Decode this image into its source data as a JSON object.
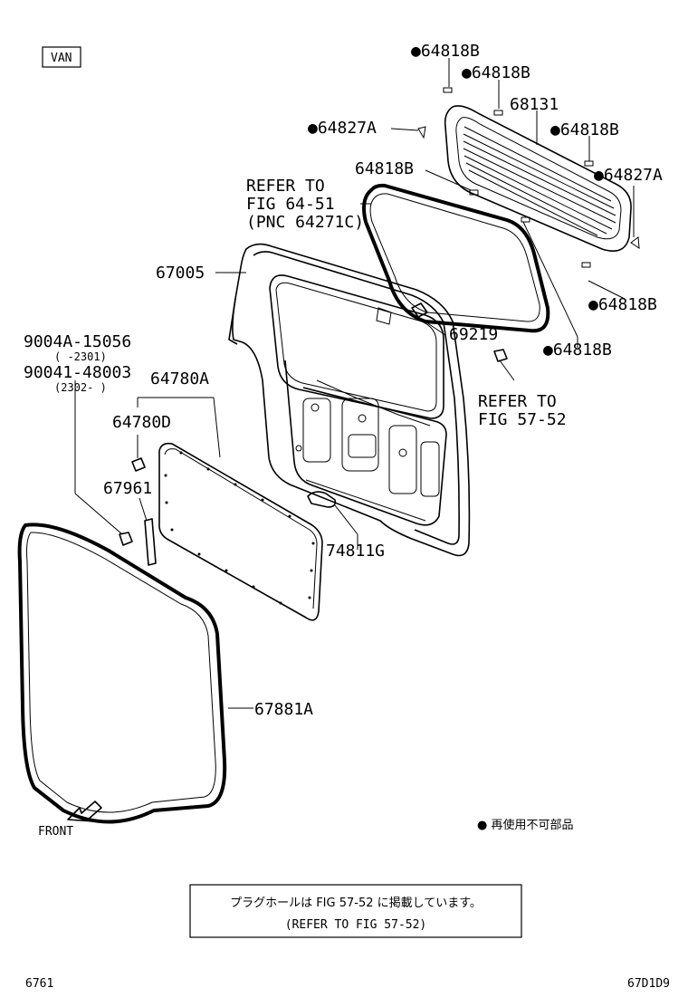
{
  "variant_tag": "VAN",
  "labels": {
    "p64818B_1": "●64818B",
    "p64818B_2": "●64818B",
    "p68131": "68131",
    "p64827A_left": "●64827A",
    "p64818B_3": "●64818B",
    "p64827A_right": "●64827A",
    "p64818B_plain": "64818B",
    "refer_64_51": [
      "REFER TO",
      "FIG 64-51",
      "(PNC 64271C)"
    ],
    "p67005": "67005",
    "p64818B_4": "●64818B",
    "p69219": "69219",
    "p64818B_5": "●64818B",
    "p9004A": "9004A-15056",
    "p9004A_range": "(      -2301)",
    "p90041": "90041-48003",
    "p90041_range": "(2302-      )",
    "p64780A": "64780A",
    "p64780D": "64780D",
    "refer_57_52": [
      "REFER TO",
      "FIG 57-52"
    ],
    "p67961": "67961",
    "p74811G": "74811G",
    "p67881A": "67881A"
  },
  "front_label": "FRONT",
  "legend_text": "● 再使用不可部品",
  "note_box": {
    "line1": "プラグホールは FIG 57-52 に掲載しています。",
    "line2": "(REFER TO FIG 57-52)"
  },
  "footer_left": "6761",
  "footer_right": "67D1D9"
}
